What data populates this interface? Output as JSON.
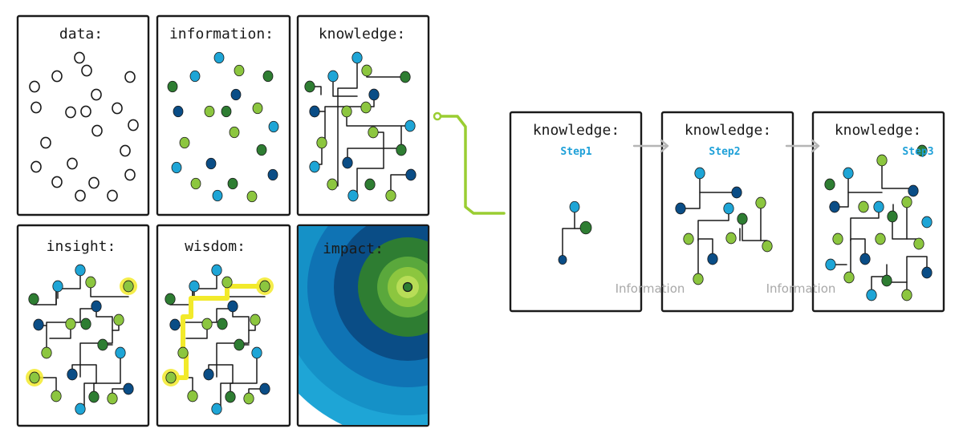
{
  "colors": {
    "ink": "#1a1a1a",
    "light_blue": "#1ea5d6",
    "dark_blue": "#0a4d86",
    "light_green": "#8cc63f",
    "dark_green": "#2e7d32",
    "highlight_yellow": "#f2ea2b",
    "arrow_gray": "#b5b5b5",
    "connector_green": "#9acd32",
    "step_label_blue": "#1ea0d8",
    "info_label_gray": "#a8a8a8"
  },
  "panels": {
    "data": {
      "title": "data:"
    },
    "information": {
      "title": "information:"
    },
    "knowledge": {
      "title": "knowledge:"
    },
    "insight": {
      "title": "insight:"
    },
    "wisdom": {
      "title": "wisdom:"
    },
    "impact": {
      "title": "impact:"
    }
  },
  "steps": [
    {
      "title": "knowledge:",
      "label": "Step1"
    },
    {
      "title": "knowledge:",
      "label": "Step2"
    },
    {
      "title": "knowledge:",
      "label": "Step3"
    }
  ],
  "arrow_labels": [
    "Information",
    "Information"
  ]
}
